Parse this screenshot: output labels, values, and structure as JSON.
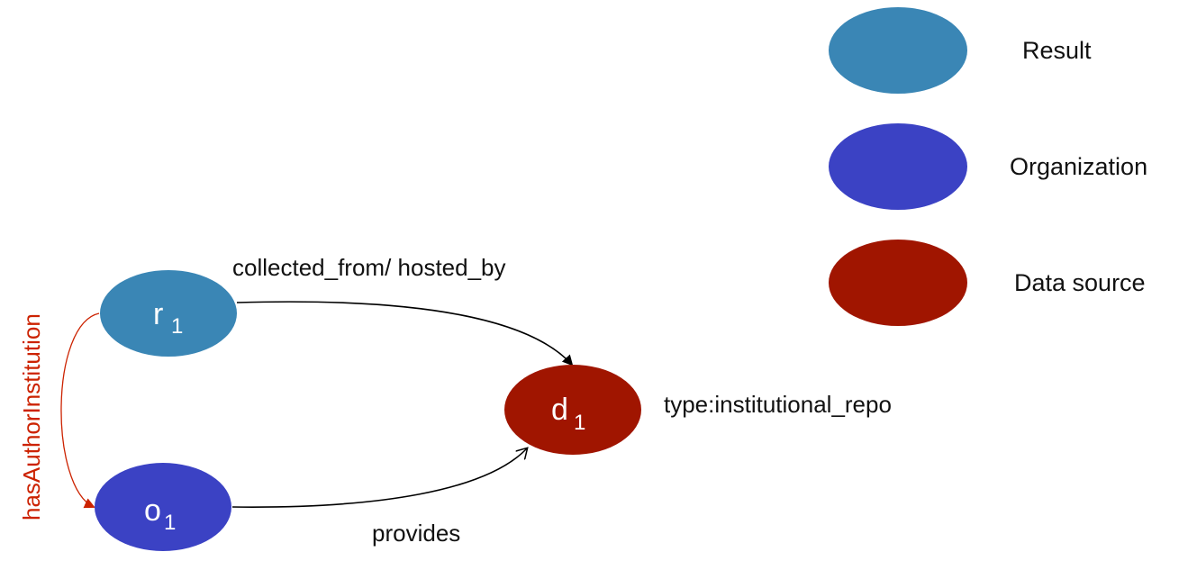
{
  "colors": {
    "result": "#3a86b5",
    "organization": "#3b42c4",
    "datasource": "#a01500",
    "edge": "#000000",
    "red_edge": "#cc2200"
  },
  "nodes": {
    "r1": {
      "letter": "r",
      "sub": "1"
    },
    "o1": {
      "letter": "o",
      "sub": "1"
    },
    "d1": {
      "letter": "d",
      "sub": "1"
    }
  },
  "edges": {
    "collected_from": "collected_from/  hosted_by",
    "provides": "provides",
    "has_author_institution": "hasAuthorInstitution"
  },
  "annotation": "type:institutional_repo",
  "legend": [
    {
      "label": "Result"
    },
    {
      "label": "Organization"
    },
    {
      "label": "Data source"
    }
  ]
}
